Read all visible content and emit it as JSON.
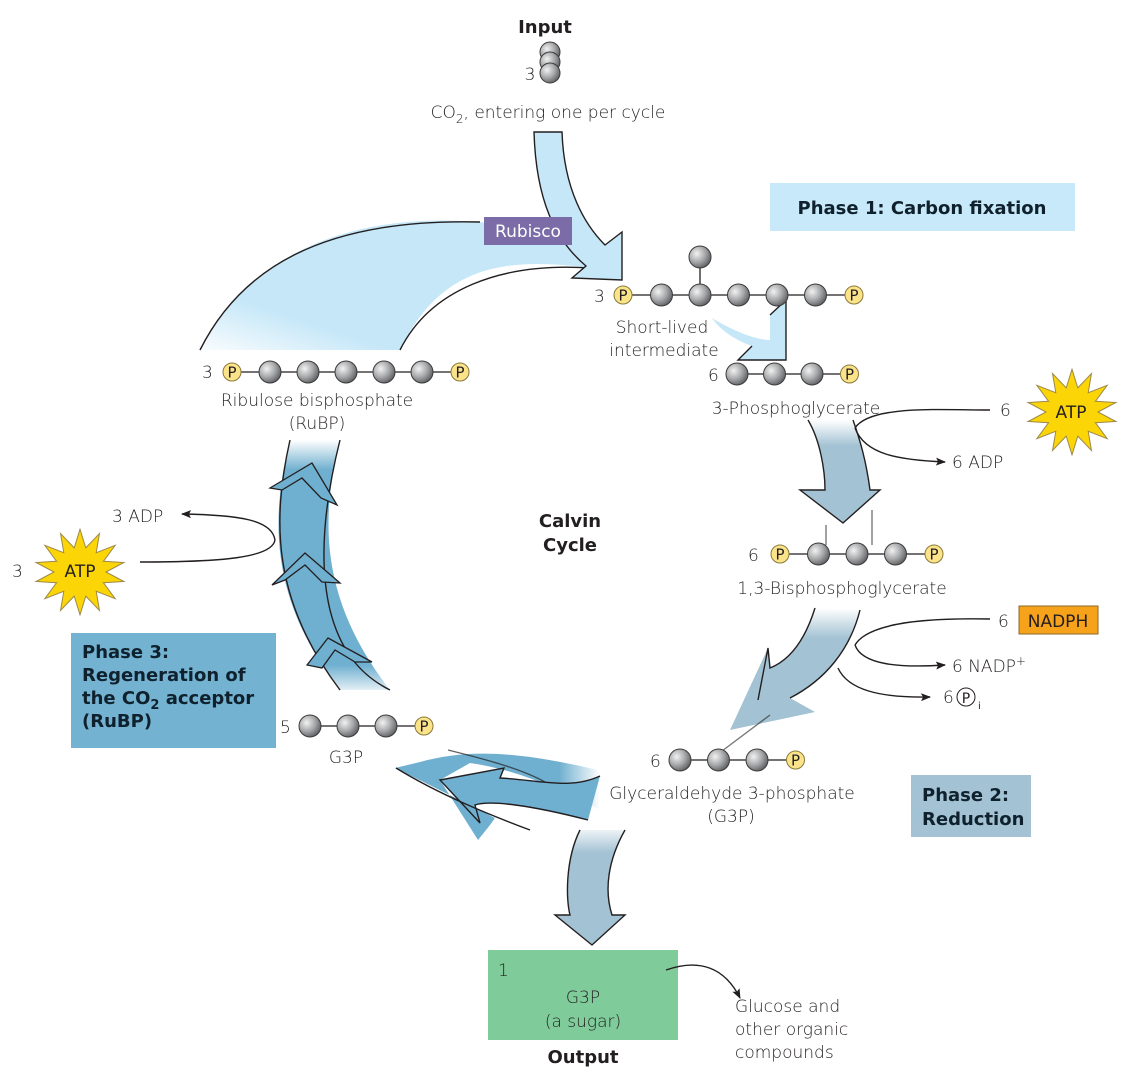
{
  "title": "Calvin Cycle",
  "title_lines": [
    "Calvin",
    "Cycle"
  ],
  "input": {
    "heading": "Input",
    "count": "3",
    "molecule": "CO",
    "molecule_sub": "2",
    "label_rest": ", entering one per cycle"
  },
  "enzyme": {
    "label": "Rubisco",
    "color": "#7b6ca8"
  },
  "phases": {
    "phase1": {
      "label": "Phase 1: Carbon fixation",
      "color": "#c8e9f9"
    },
    "phase2": {
      "lines": [
        "Phase 2:",
        "Reduction"
      ],
      "color": "#a3c2d3"
    },
    "phase3": {
      "lines": [
        "Phase 3:",
        "Regeneration of",
        "the CO",
        "acceptor",
        "(RuBP)"
      ],
      "sub": "2",
      "color": "#73b2d0"
    }
  },
  "molecules": {
    "intermediate": {
      "count": "3",
      "lines": [
        "Short-lived",
        "intermediate"
      ]
    },
    "pga": {
      "count": "6",
      "label": "3-Phosphoglycerate"
    },
    "bpg": {
      "count": "6",
      "label": "1,3-Bisphosphoglycerate"
    },
    "g3p": {
      "count": "6",
      "lines": [
        "Glyceraldehyde 3-phosphate",
        "(G3P)"
      ]
    },
    "g3p_recycled": {
      "count": "5",
      "label": "G3P"
    },
    "rubp": {
      "count": "3",
      "lines": [
        "Ribulose bisphosphate",
        "(RuBP)"
      ]
    },
    "output": {
      "count": "1",
      "lines": [
        "G3P",
        "(a sugar)"
      ],
      "heading": "Output",
      "color": "#7fcb9a"
    }
  },
  "phosphate_label": "P",
  "cofactors": {
    "atp_in_phase1": {
      "count": "6",
      "label": "ATP",
      "color": "#fcd507"
    },
    "adp_out_phase1": {
      "label": "6 ADP"
    },
    "nadph_in": {
      "count": "6",
      "label": "NADPH",
      "color": "#f7a21b"
    },
    "nadp_out": {
      "label": "6 NADP",
      "sup": "+"
    },
    "pi_out": {
      "count": "6",
      "label": "P",
      "sub": "i"
    },
    "atp_in_phase3": {
      "count": "3",
      "label": "ATP",
      "color": "#fcd507"
    },
    "adp_out_phase3": {
      "label": "3 ADP"
    }
  },
  "products": {
    "lines": [
      "Glucose and",
      "other organic",
      "compounds"
    ]
  },
  "colors": {
    "carbon": "#9a9b9e",
    "phosphate": "#fbe38a",
    "arrow_phase1": "#c5e7f8",
    "arrow_phase2": "#a3c2d3",
    "arrow_phase3": "#6fafcf"
  }
}
